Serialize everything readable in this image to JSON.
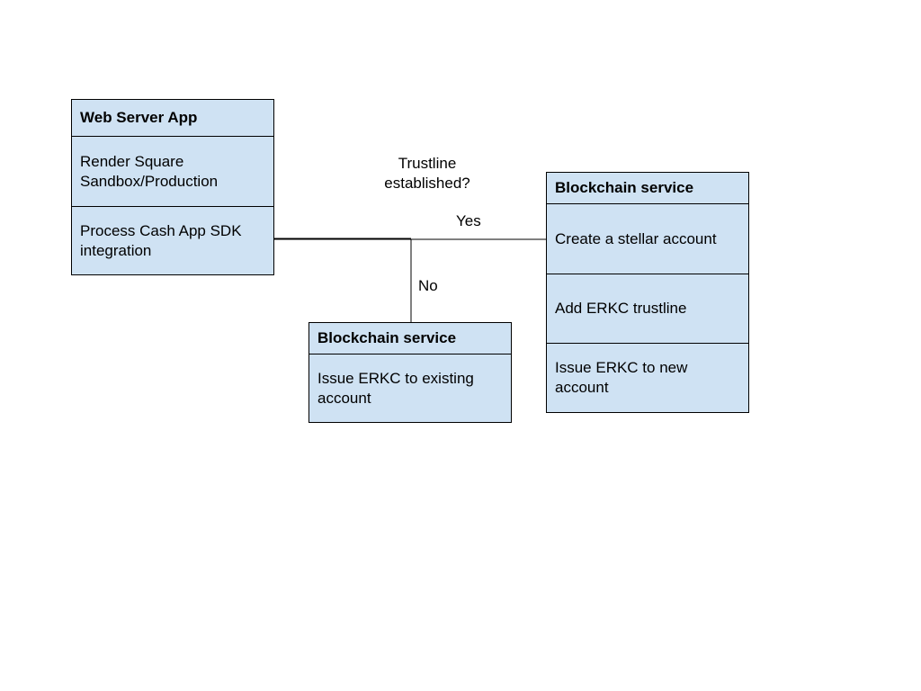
{
  "web_server_box": {
    "title": "Web Server App",
    "items": [
      "Render Square\nSandbox/Production",
      "Process Cash App SDK\nintegration"
    ]
  },
  "decision": {
    "question": "Trustline\nestablished?",
    "yes_label": "Yes",
    "no_label": "No"
  },
  "blockchain_yes_box": {
    "title": "Blockchain service",
    "items": [
      "Create a stellar account",
      "Add ERKC trustline",
      "Issue ERKC to new\naccount"
    ]
  },
  "blockchain_no_box": {
    "title": "Blockchain service",
    "items": [
      "Issue ERKC to existing\naccount"
    ]
  },
  "colors": {
    "box_fill": "#cfe2f3",
    "border": "#000000",
    "line": "#000000"
  }
}
